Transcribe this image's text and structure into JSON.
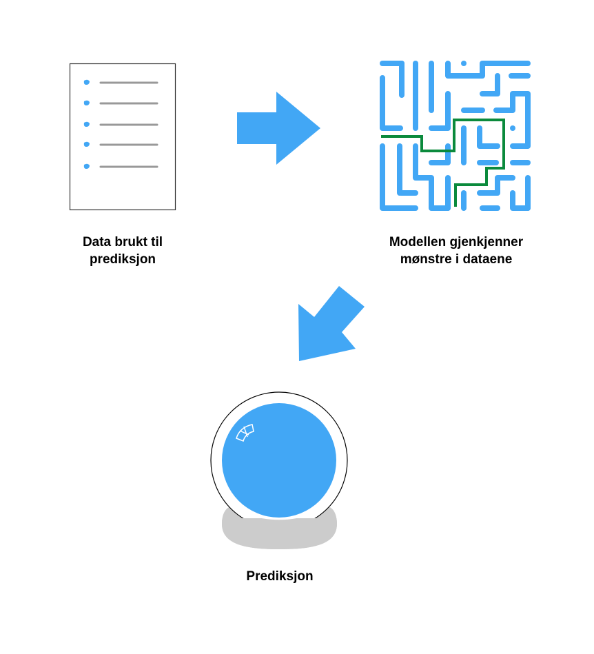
{
  "steps": [
    {
      "line1": "Data brukt til",
      "line2": "prediksjon",
      "icon": "document-list-icon"
    },
    {
      "line1": "Modellen gjenkjenner",
      "line2": "mønstre i dataene",
      "icon": "maze-icon"
    },
    {
      "line1": "Prediksjon",
      "icon": "crystal-ball-icon"
    }
  ],
  "arrows": [
    "arrow-right-icon",
    "arrow-down-left-icon"
  ],
  "colors": {
    "accent": "#42a7f5",
    "path": "#0b8a3c",
    "line": "#999999",
    "base": "#cccccc",
    "text": "#000000"
  }
}
